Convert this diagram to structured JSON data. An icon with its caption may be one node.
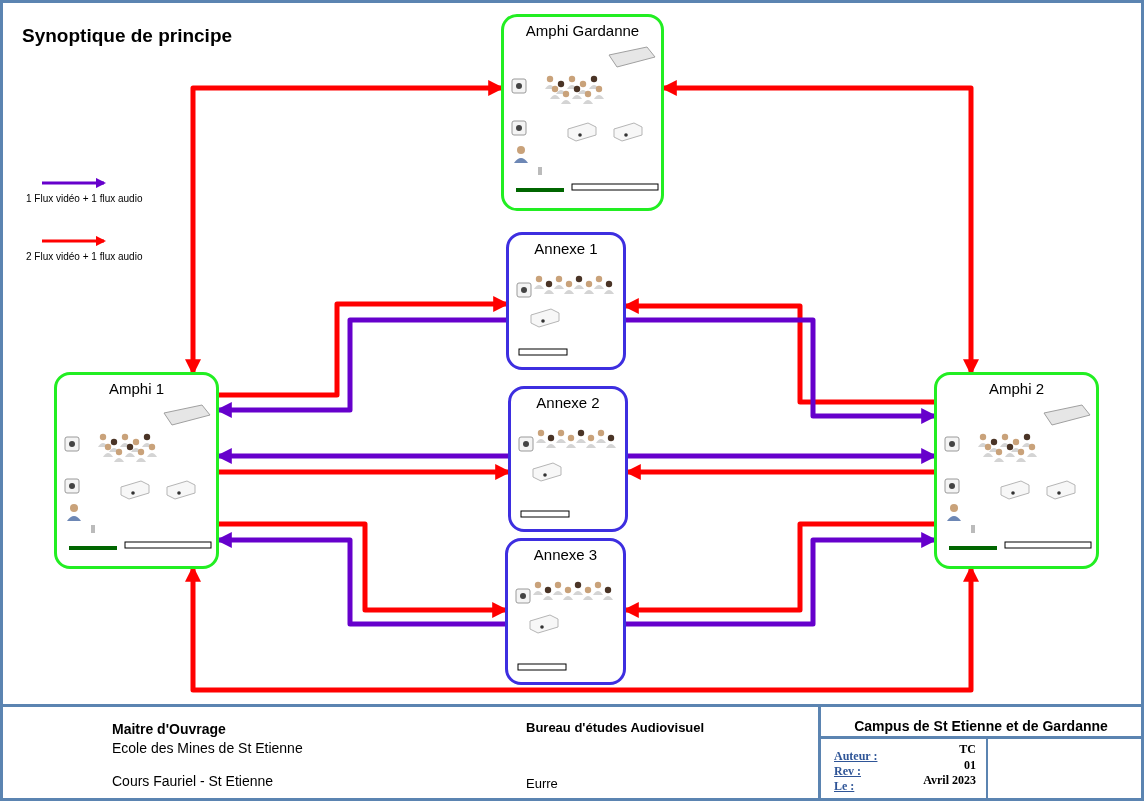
{
  "diagram": {
    "title": "Synoptique de principe",
    "nodes": [
      {
        "text": [
          "Amphi Gardanne"
        ]
      },
      {
        "text": [
          "Annexe 1"
        ]
      },
      {
        "text": [
          "Annexe 2"
        ]
      },
      {
        "text": [
          "Annexe 3"
        ]
      },
      {
        "text": [
          "Amphi 1"
        ]
      },
      {
        "text": [
          "Amphi 2"
        ]
      }
    ],
    "edges": [
      {
        "from": 4,
        "to": 0,
        "arrow": "both"
      },
      {
        "from": 0,
        "to": 5,
        "arrow": "both"
      },
      {
        "from": 4,
        "to": 5,
        "arrow": "both"
      },
      {
        "from": 4,
        "to": 1,
        "arrow": "to"
      },
      {
        "from": 1,
        "to": 4,
        "arrow": "to",
        "color": "#6600cc"
      },
      {
        "from": 5,
        "to": 1,
        "arrow": "to"
      },
      {
        "from": 1,
        "to": 5,
        "arrow": "to",
        "color": "#6600cc"
      },
      {
        "from": 2,
        "to": 4,
        "arrow": "to",
        "color": "#6600cc"
      },
      {
        "from": 4,
        "to": 2,
        "arrow": "to"
      },
      {
        "from": 2,
        "to": 5,
        "arrow": "to",
        "color": "#6600cc"
      },
      {
        "from": 5,
        "to": 2,
        "arrow": "to"
      },
      {
        "from": 4,
        "to": 3,
        "arrow": "to"
      },
      {
        "from": 3,
        "to": 4,
        "arrow": "to",
        "color": "#6600cc"
      },
      {
        "from": 5,
        "to": 3,
        "arrow": "to"
      },
      {
        "from": 3,
        "to": 5,
        "arrow": "to",
        "color": "#6600cc"
      }
    ],
    "labels": [
      "Maitre d'Ouvrage",
      "Ecole des Mines de St Etienne",
      "Cours Fauriel - St Etienne",
      "Bureau d'études Audiovisuel",
      "Eurre",
      "Campus de St Etienne et de Gardanne",
      "Auteur :",
      "TC",
      "Rev :",
      "01",
      "Le :",
      "Avril 2023"
    ],
    "legend": [
      {
        "text": "1 Flux vidéo + 1 flux audio",
        "color": "#6600cc"
      },
      {
        "text": "2 Flux vidéo + 1 flux audio",
        "color": "#ff0000"
      }
    ]
  }
}
